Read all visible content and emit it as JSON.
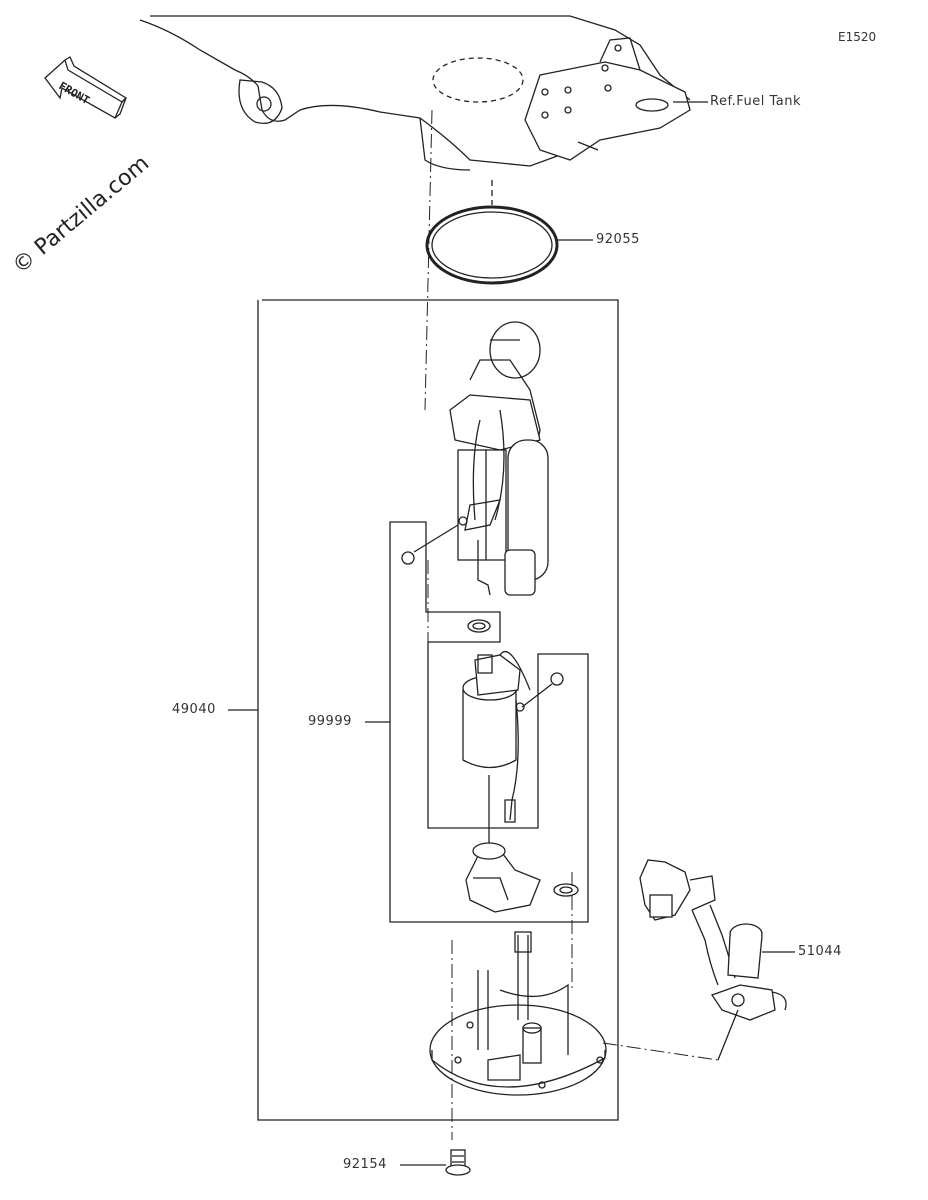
{
  "diagram": {
    "code": "E1520",
    "watermark": "© Partzilla.com",
    "front_label": "FRONT",
    "callouts": [
      {
        "id": "ref-fuel-tank",
        "text": "Ref.Fuel Tank"
      },
      {
        "id": "92055",
        "text": "92055"
      },
      {
        "id": "49040",
        "text": "49040"
      },
      {
        "id": "99999",
        "text": "99999"
      },
      {
        "id": "51044",
        "text": "51044"
      },
      {
        "id": "92154",
        "text": "92154"
      }
    ]
  }
}
